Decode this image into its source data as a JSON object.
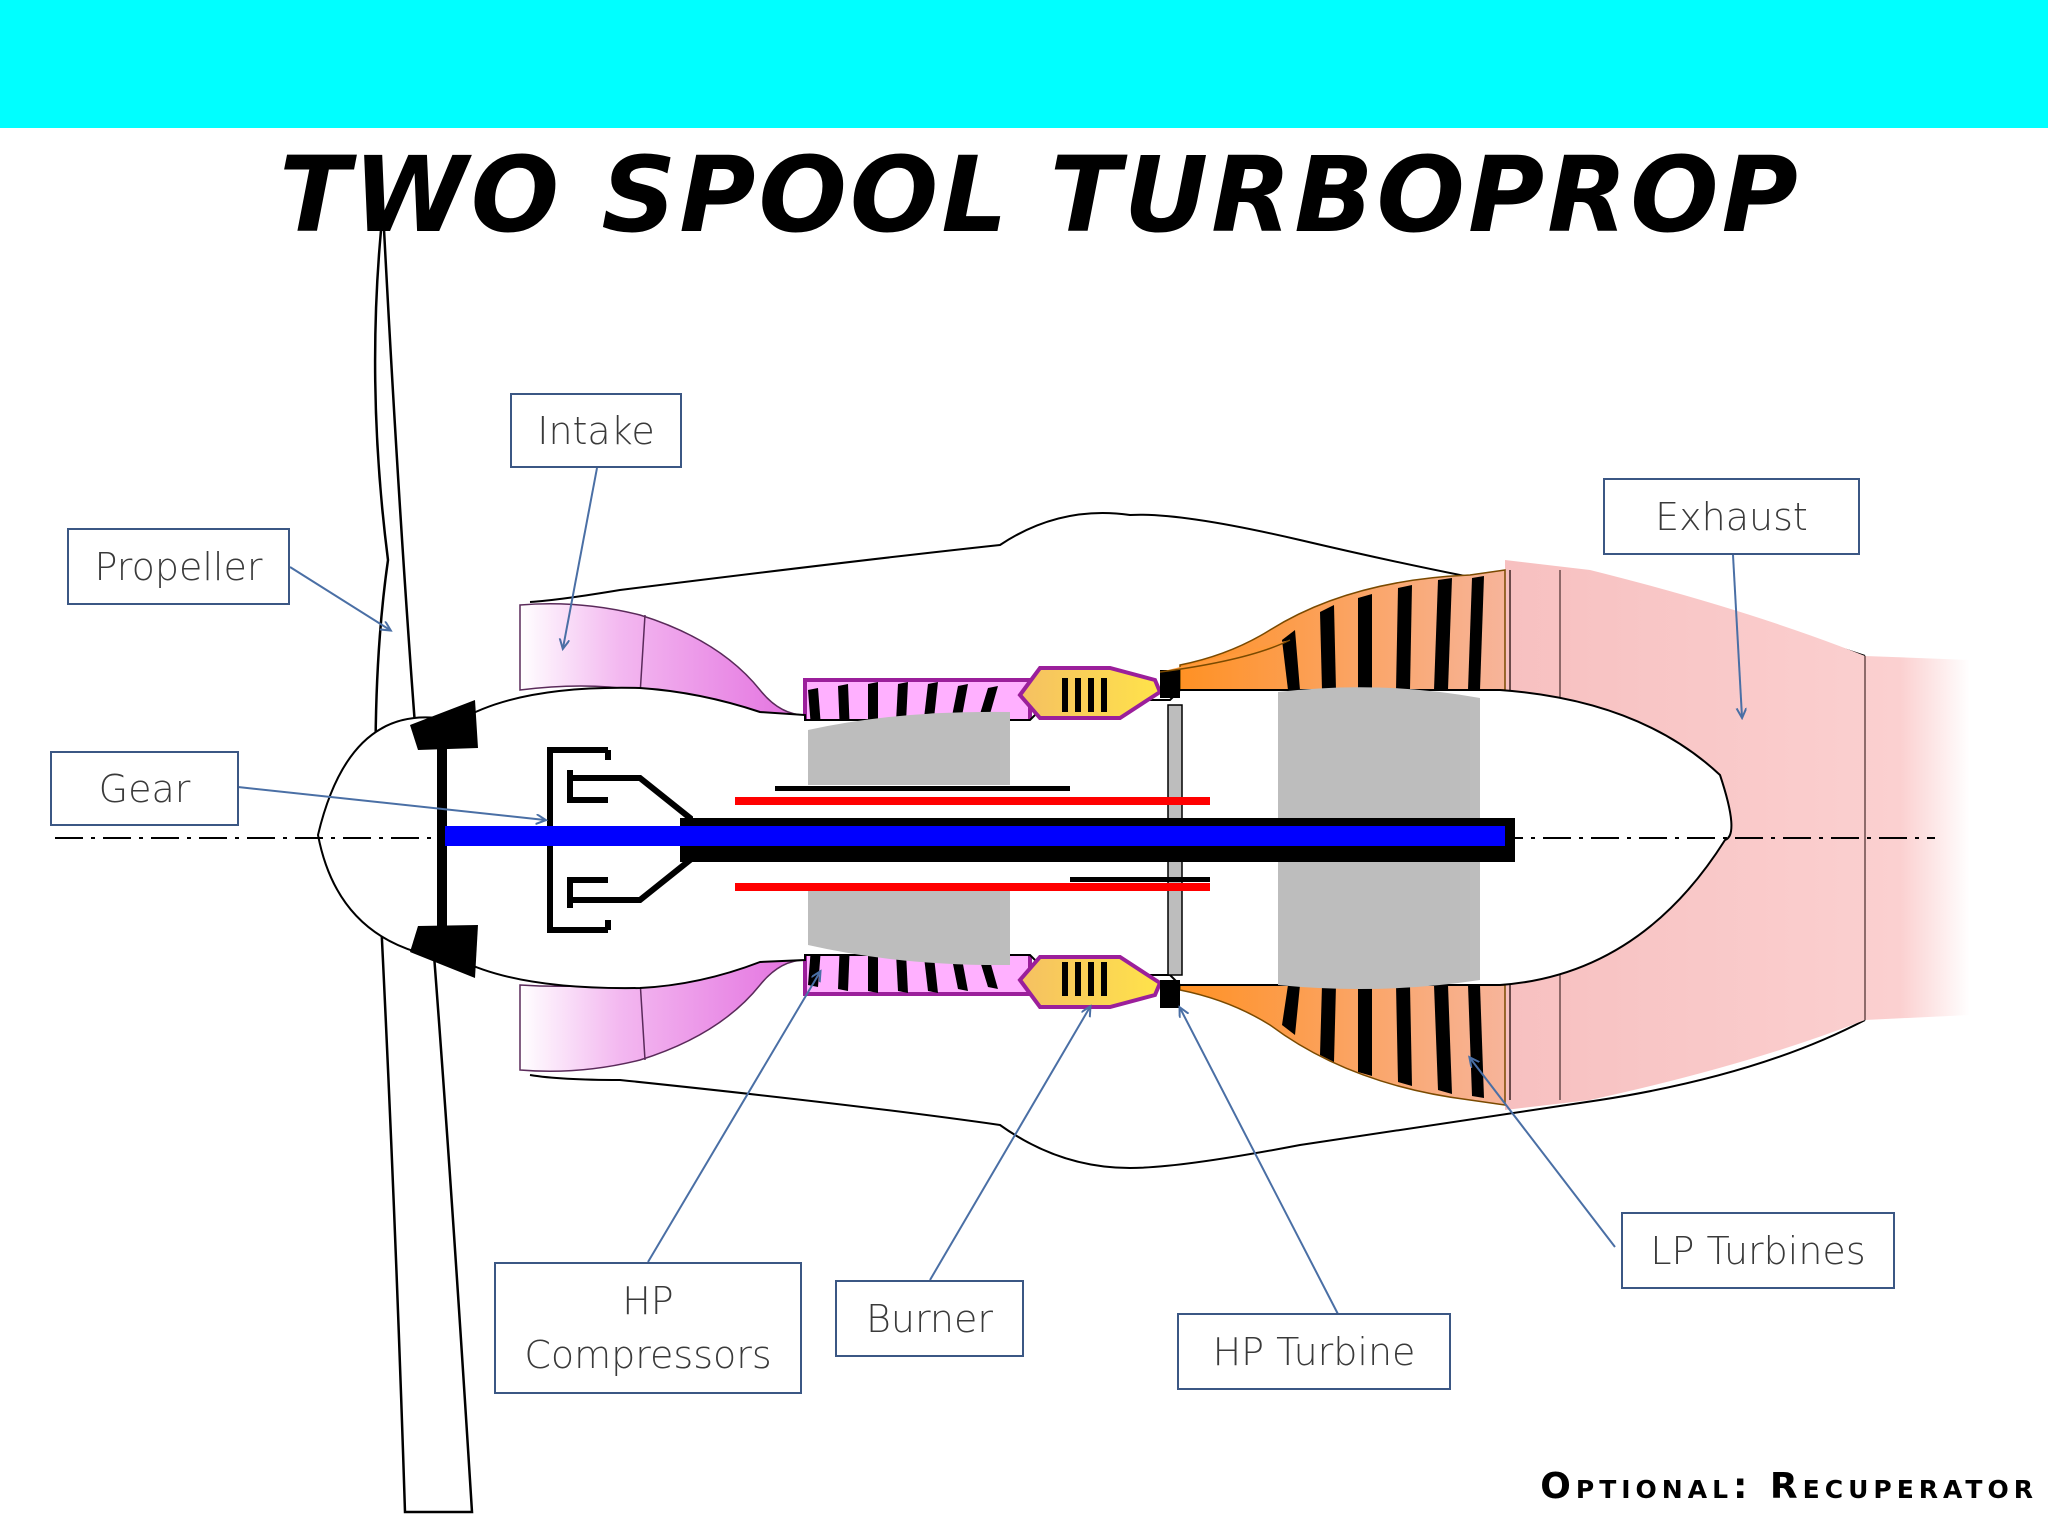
{
  "title": "TWO SPOOL TURBOPROP",
  "footer": "Optional: Recuperator",
  "colors": {
    "top_band": "#00ffff",
    "callout_border": "#3b5784",
    "arrow": "#4a6fa5",
    "intake": "#e98be6",
    "compressor_casing": "#9b1f9b",
    "burner": "#e9b23a",
    "turbine": "#ff9a3c",
    "exhaust": "#f7c4c4",
    "disc": "#bdbdbd",
    "lp_shaft": "#0000ff",
    "hp_shaft": "#ff0000"
  },
  "labels": {
    "intake": "Intake",
    "propeller": "Propeller",
    "gear": "Gear",
    "exhaust": "Exhaust",
    "hp_compressors": "HP\nCompressors",
    "burner": "Burner",
    "hp_turbine": "HP Turbine",
    "lp_turbines": "LP Turbines"
  }
}
